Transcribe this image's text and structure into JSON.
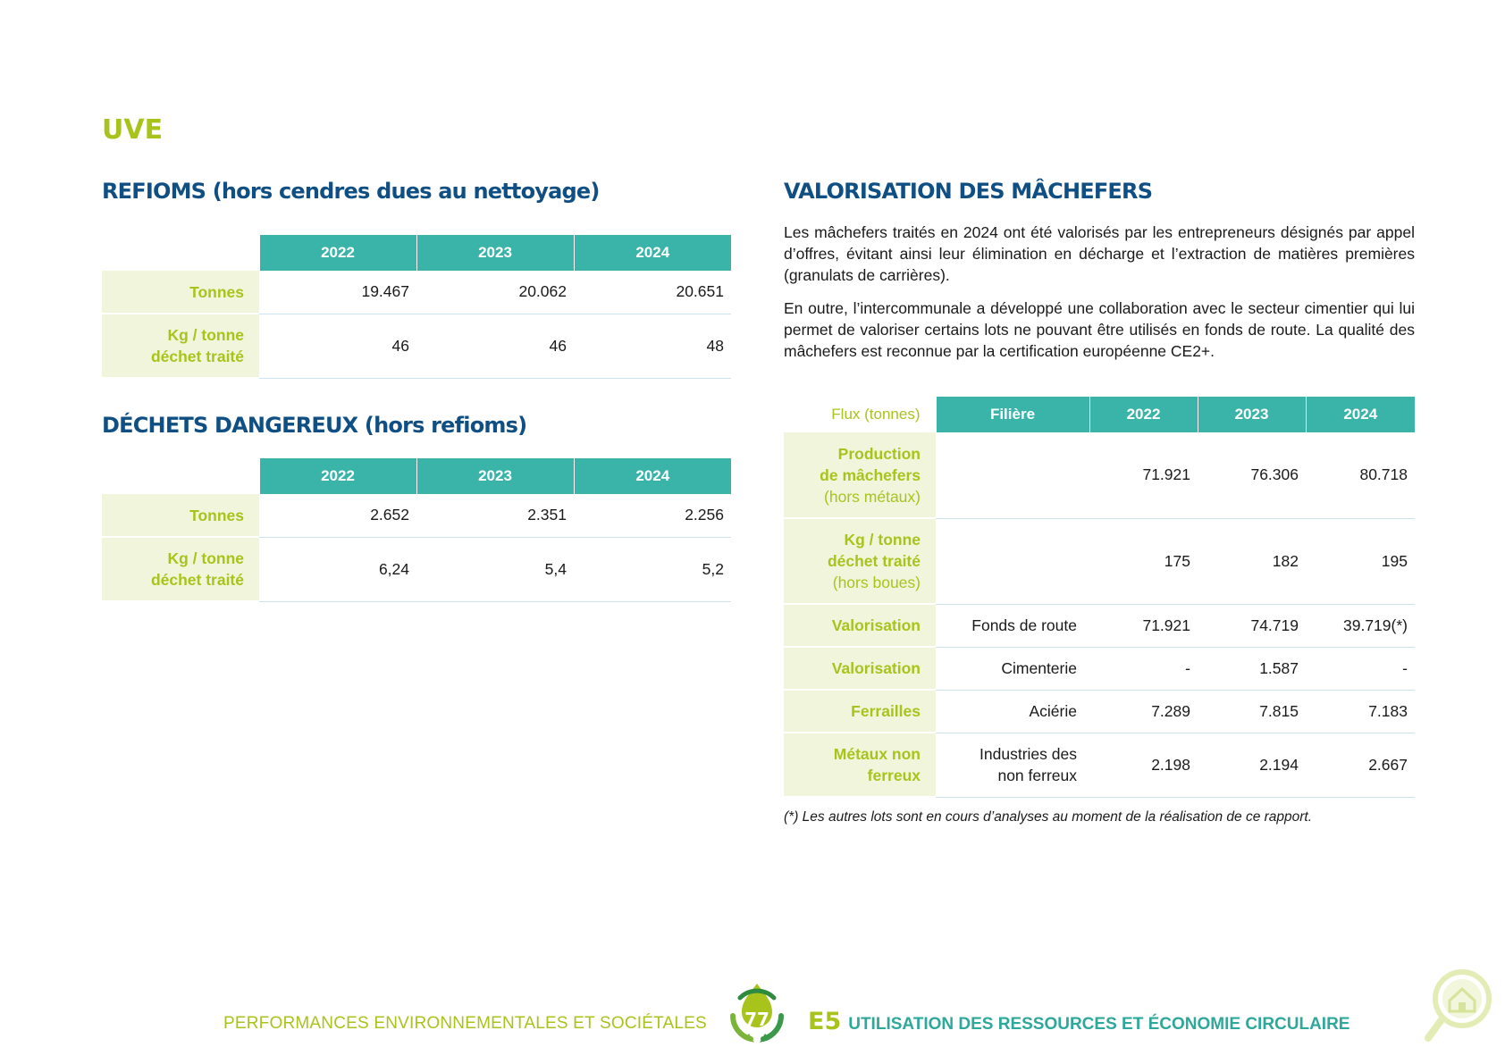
{
  "section_title": "UVE",
  "refioms": {
    "title": "REFIOMS (hors cendres dues au nettoyage)",
    "years": [
      "2022",
      "2023",
      "2024"
    ],
    "rows": [
      {
        "label": "Tonnes",
        "values": [
          "19.467",
          "20.062",
          "20.651"
        ]
      },
      {
        "label_line1": "Kg / tonne",
        "label_line2": "déchet traité",
        "values": [
          "46",
          "46",
          "48"
        ]
      }
    ]
  },
  "dangerous": {
    "title": "DÉCHETS DANGEREUX (hors refioms)",
    "years": [
      "2022",
      "2023",
      "2024"
    ],
    "rows": [
      {
        "label": "Tonnes",
        "values": [
          "2.652",
          "2.351",
          "2.256"
        ]
      },
      {
        "label_line1": "Kg / tonne",
        "label_line2": "déchet traité",
        "values": [
          "6,24",
          "5,4",
          "5,2"
        ]
      }
    ]
  },
  "machefers": {
    "title": "VALORISATION DES MÂCHEFERS",
    "paragraph1": "Les mâchefers traités en 2024 ont été valorisés par les entrepreneurs désignés par appel d’offres, évitant ainsi leur élimination en décharge et l’extraction de matières premières (granulats de carrières).",
    "paragraph2": "En outre, l’intercommunale a développé une collaboration avec le secteur cimentier qui lui permet de valoriser certains lots ne pouvant être utilisés en fonds de route. La qualité des mâchefers est reconnue par la certification européenne CE2+.",
    "header_label": "Flux (tonnes)",
    "header_filiere": "Filière",
    "years": [
      "2022",
      "2023",
      "2024"
    ],
    "rows": [
      {
        "label_bold1": "Production",
        "label_bold2": "de mâchefers",
        "label_light": "(hors métaux)",
        "filiere": "",
        "values": [
          "71.921",
          "76.306",
          "80.718"
        ]
      },
      {
        "label_bold1": "Kg / tonne",
        "label_bold2": "déchet traité",
        "label_light": "(hors boues)",
        "filiere": "",
        "values": [
          "175",
          "182",
          "195"
        ]
      },
      {
        "label_bold1": "Valorisation",
        "filiere": "Fonds de route",
        "values": [
          "71.921",
          "74.719",
          "39.719(*)"
        ]
      },
      {
        "label_bold1": "Valorisation",
        "filiere": "Cimenterie",
        "values": [
          "-",
          "1.587",
          "-"
        ]
      },
      {
        "label_bold1": "Ferrailles",
        "filiere": "Aciérie",
        "values": [
          "7.289",
          "7.815",
          "7.183"
        ]
      },
      {
        "label_bold1": "Métaux non",
        "label_bold2": "ferreux",
        "filiere_line1": "Industries des",
        "filiere_line2": "non ferreux",
        "values": [
          "2.198",
          "2.194",
          "2.667"
        ]
      }
    ],
    "footnote": "(*) Les autres lots sont en cours d’analyses au moment de la réalisation de ce rapport."
  },
  "footer": {
    "left_text": "PERFORMANCES ENVIRONNEMENTALES ET SOCIÉTALES",
    "page_number": "77",
    "code": "E5",
    "right_text": "UTILISATION DES RESSOURCES ET ÉCONOMIE CIRCULAIRE"
  },
  "icons": {
    "page_badge": "recycle-drop-icon",
    "corner": "house-search-icon"
  },
  "colors": {
    "accent_green": "#a8c41c",
    "navy": "#0f4f84",
    "teal": "#3ab4a8",
    "label_bg": "#f1f5dc"
  }
}
